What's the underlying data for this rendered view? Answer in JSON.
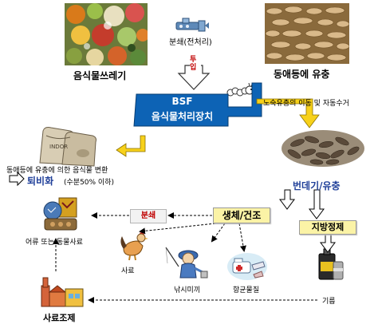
{
  "nodes": {
    "food_waste": "음식물쓰레기",
    "larvae": "동애등에 유충",
    "crush": "분쇄(전처리)",
    "input_tag": "투입",
    "bsf_title": "BSF",
    "bsf_subtitle": "음식물처리장치",
    "auto_collect": "노숙유충의 이동 및 자동수거",
    "conversion_desc": "동애등에 유충에 의한 음식물 변환",
    "compost": "퇴비화",
    "compost_note": "(수분50% 이하)",
    "pupa": "번데기/유충",
    "live_dry": "생체/건조",
    "grind": "분쇄",
    "fat_purify": "지방정제",
    "fish_feed": "어류 또는 동물사료",
    "feed": "사료",
    "fishing_bait": "낚시미끼",
    "antibiotic": "항균물질",
    "oil": "기름",
    "feed_mfg": "사료조제"
  },
  "colors": {
    "bsf_blue": "#0d63b5",
    "box_yellow": "#fbf3a6",
    "arrow_yellow": "#f7d11a",
    "red_text": "#c00000",
    "blue_text": "#1f3f99"
  }
}
